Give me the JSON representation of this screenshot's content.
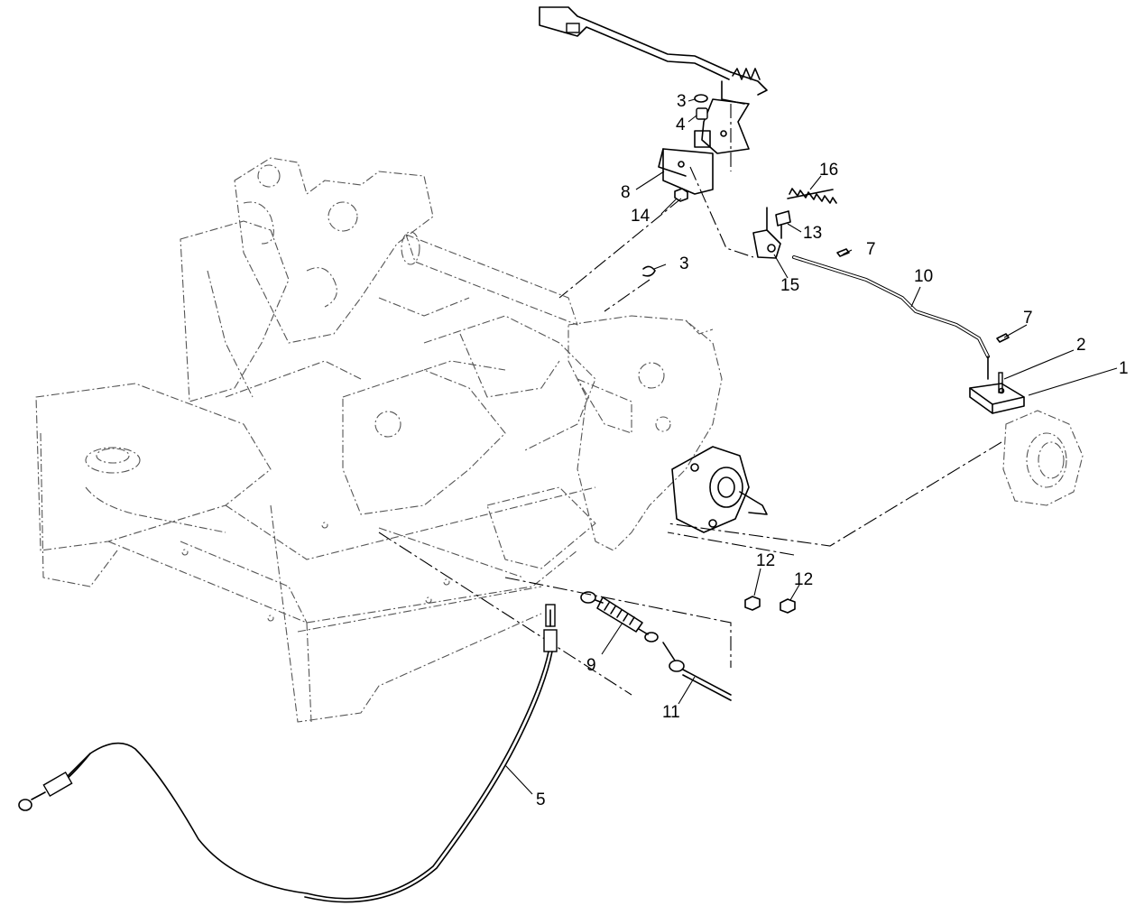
{
  "callouts": [
    {
      "id": "1",
      "label": "1"
    },
    {
      "id": "2",
      "label": "2"
    },
    {
      "id": "3a",
      "label": "3"
    },
    {
      "id": "3b",
      "label": "3"
    },
    {
      "id": "4",
      "label": "4"
    },
    {
      "id": "5",
      "label": "5"
    },
    {
      "id": "7a",
      "label": "7"
    },
    {
      "id": "7b",
      "label": "7"
    },
    {
      "id": "8",
      "label": "8"
    },
    {
      "id": "9",
      "label": "9"
    },
    {
      "id": "10",
      "label": "10"
    },
    {
      "id": "11",
      "label": "11"
    },
    {
      "id": "12a",
      "label": "12"
    },
    {
      "id": "12b",
      "label": "12"
    },
    {
      "id": "13",
      "label": "13"
    },
    {
      "id": "14",
      "label": "14"
    },
    {
      "id": "15",
      "label": "15"
    },
    {
      "id": "16",
      "label": "16"
    }
  ]
}
